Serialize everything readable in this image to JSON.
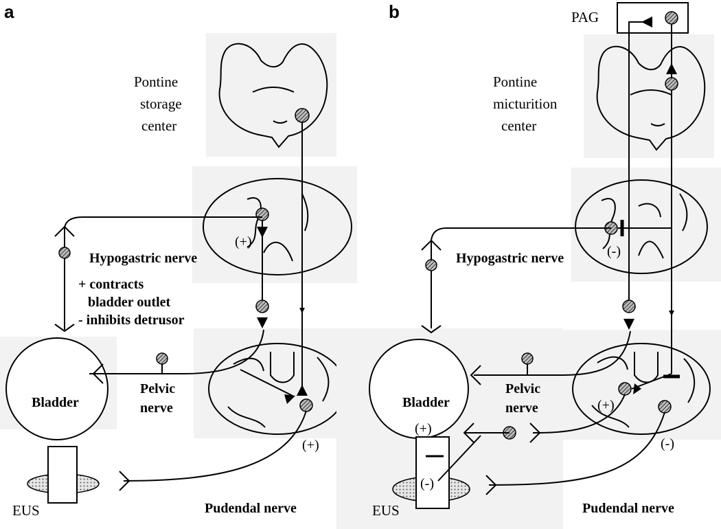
{
  "panels": {
    "a": {
      "letter": "a",
      "pontine_label": [
        "Pontine",
        "storage",
        "center"
      ],
      "hypogastric_label": "Hypogastric nerve",
      "effects": [
        "+ contracts",
        "bladder outlet",
        "- inhibits detrusor"
      ],
      "bladder_label": "Bladder",
      "pelvic_label": [
        "Pelvic",
        "nerve"
      ],
      "eus_label": "EUS",
      "pudendal_label": "Pudendal nerve",
      "sign_thoracic": "(+)",
      "sign_sacral": "(+)"
    },
    "b": {
      "letter": "b",
      "pag_label": "PAG",
      "pontine_label": [
        "Pontine",
        "micturition",
        "center"
      ],
      "hypogastric_label": "Hypogastric nerve",
      "bladder_label": "Bladder",
      "pelvic_label": [
        "Pelvic",
        "nerve"
      ],
      "eus_label": "EUS",
      "pudendal_label": "Pudendal nerve",
      "sign_thoracic": "(-)",
      "sign_sacral_pelvic": "(+)",
      "sign_sacral_pudendal": "(-)",
      "sign_bladder": "(+)",
      "sign_eus": "(-)"
    }
  }
}
